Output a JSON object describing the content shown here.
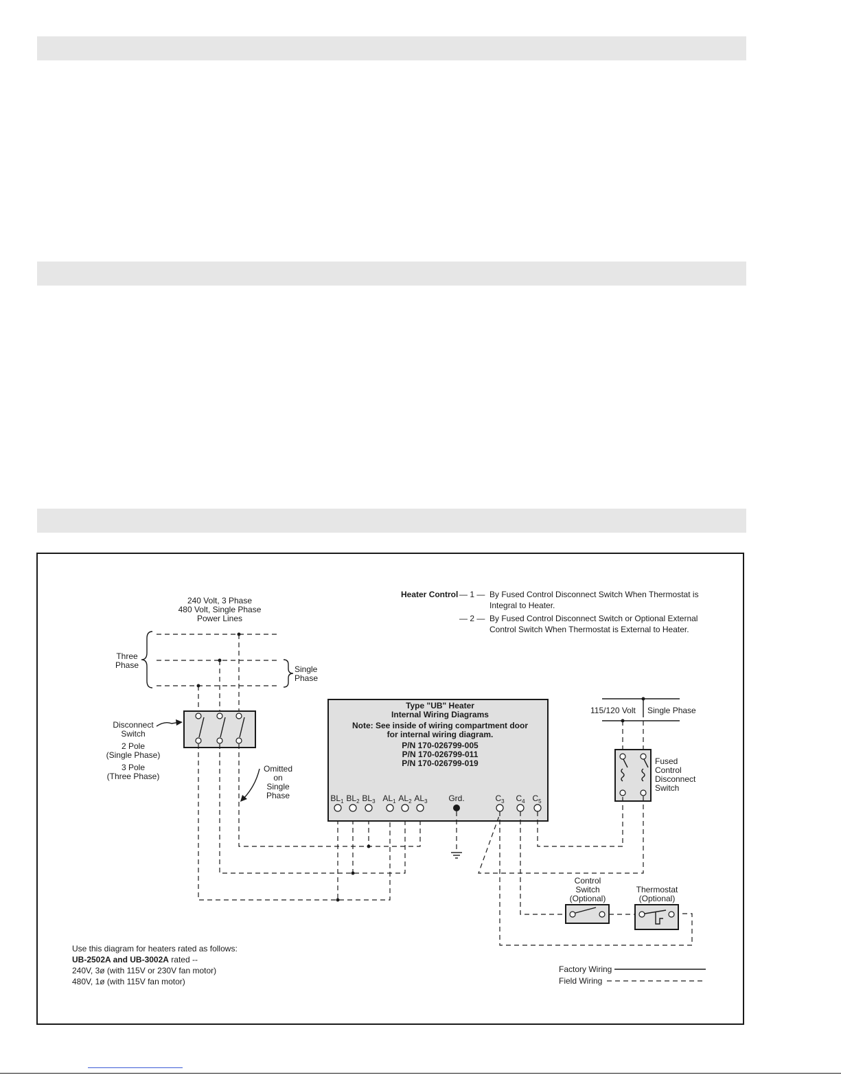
{
  "heater_control": {
    "label": "Heater Control",
    "item1_num": "— 1 —",
    "item1_line1": "By Fused Control Disconnect Switch When Thermostat is",
    "item1_line2": "Integral to Heater.",
    "item2_num": "— 2 —",
    "item2_line1": "By Fused Control Disconnect Switch or Optional External",
    "item2_line2": "Control Switch When Thermostat is External to Heater."
  },
  "power_lines": [
    "240 Volt, 3 Phase",
    "480 Volt, Single Phase",
    "Power Lines"
  ],
  "three_phase": [
    "Three",
    "Phase"
  ],
  "single_phase": [
    "Single",
    "Phase"
  ],
  "disconnect": {
    "name": [
      "Disconnect",
      "Switch"
    ],
    "two_pole": [
      "2 Pole",
      "(Single Phase)"
    ],
    "three_pole": [
      "3 Pole",
      "(Three Phase)"
    ]
  },
  "omitted": [
    "Omitted",
    "on",
    "Single",
    "Phase"
  ],
  "heater_box": {
    "title": "Type \"UB\" Heater",
    "subtitle": "Internal Wiring Diagrams",
    "note1": "Note: See inside of wiring compartment door",
    "note2": "for internal wiring diagram.",
    "pn": [
      "P/N 170-026799-005",
      "P/N 170-026799-011",
      "P/N 170-026799-019"
    ]
  },
  "terminals": {
    "BL1": {
      "base": "BL",
      "sub": "1"
    },
    "BL2": {
      "base": "BL",
      "sub": "2"
    },
    "BL3": {
      "base": "BL",
      "sub": "3"
    },
    "AL1": {
      "base": "AL",
      "sub": "1"
    },
    "AL2": {
      "base": "AL",
      "sub": "2"
    },
    "AL3": {
      "base": "AL",
      "sub": "3"
    },
    "GRD": "Grd.",
    "C3": {
      "base": "C",
      "sub": "3"
    },
    "C4": {
      "base": "C",
      "sub": "4"
    },
    "C5": {
      "base": "C",
      "sub": "5"
    }
  },
  "control_power": {
    "volt": "115/120 Volt",
    "phase": "Single Phase"
  },
  "fused_switch": [
    "Fused",
    "Control",
    "Disconnect",
    "Switch"
  ],
  "control_switch": [
    "Control",
    "Switch",
    "(Optional)"
  ],
  "thermostat": [
    "Thermostat",
    "(Optional)"
  ],
  "usage_note": {
    "line1": "Use this diagram for heaters rated as follows:",
    "models": "UB-2502A and UB-3002A",
    "rated": " rated --",
    "line3": "240V, 3ø (with 115V or 230V fan motor)",
    "line4": "480V, 1ø (with 115V fan motor)"
  },
  "legend": {
    "factory": "Factory Wiring",
    "field": "Field Wiring"
  }
}
